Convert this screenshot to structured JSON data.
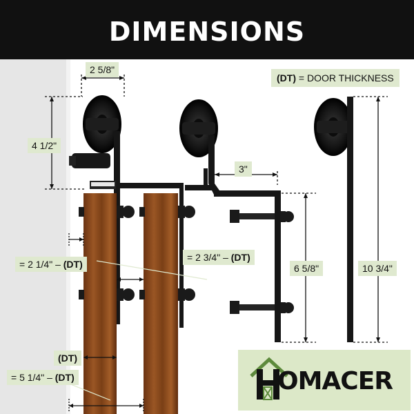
{
  "header": {
    "title": "DIMENSIONS"
  },
  "legend": {
    "abbr": "(DT)",
    "text": " = DOOR THICKNESS"
  },
  "dimensions": {
    "top_width": "2 5/8\"",
    "wheel_height": "4 1/2\"",
    "offset": "3\"",
    "bolt_span": "6 5/8\"",
    "rail_height": "10 3/4\"",
    "gap_a_value": "= 2 1/4\" – ",
    "gap_a_dt": "(DT)",
    "gap_b_value": "= 2 3/4\" – ",
    "gap_b_dt": "(DT)",
    "door_dt": "(DT)",
    "total_value": "= 5 1/4\" – ",
    "total_dt": "(DT)"
  },
  "brand": {
    "name": "OMACER"
  },
  "colors": {
    "banner": "#111111",
    "label_bg": "#dfe9cf",
    "hardware": "#141414",
    "wood": "#8a4a1c"
  }
}
